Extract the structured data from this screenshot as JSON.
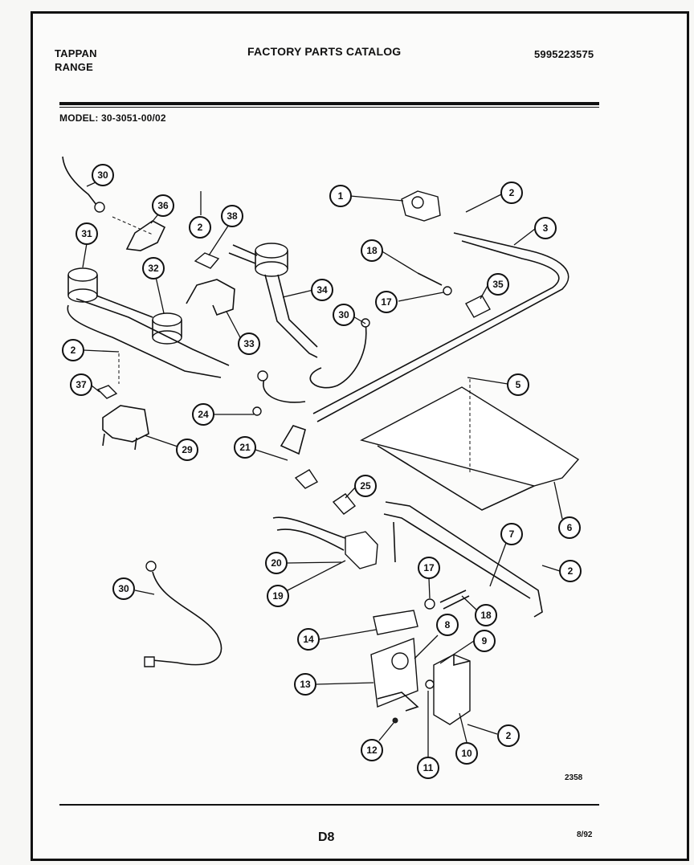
{
  "header": {
    "brand_line1": "TAPPAN",
    "brand_line2": "RANGE",
    "title": "FACTORY PARTS CATALOG",
    "catalog_number": "5995223575",
    "model": "MODEL: 30-3051-00/02"
  },
  "footer": {
    "figure_number": "2358",
    "page": "D8",
    "date": "8/92"
  },
  "callouts": [
    "30",
    "36",
    "2",
    "38",
    "1",
    "2",
    "3",
    "31",
    "32",
    "34",
    "18",
    "35",
    "30",
    "17",
    "33",
    "2",
    "37",
    "5",
    "24",
    "21",
    "29",
    "25",
    "6",
    "7",
    "20",
    "2",
    "19",
    "17",
    "30",
    "18",
    "14",
    "8",
    "9",
    "13",
    "2",
    "12",
    "10",
    "11"
  ]
}
